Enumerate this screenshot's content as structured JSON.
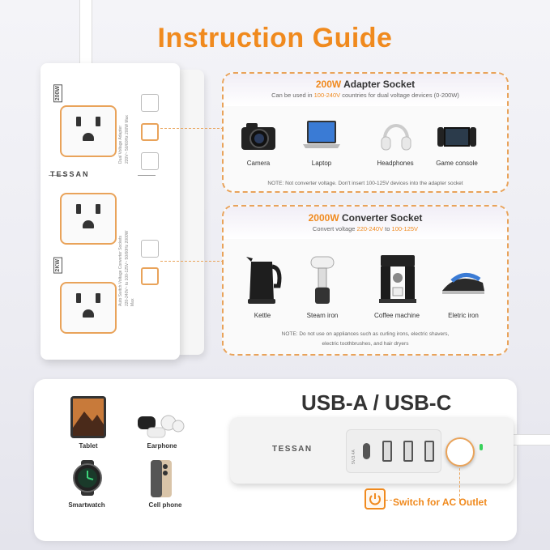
{
  "page_title": "Instruction Guide",
  "strip": {
    "brand": "TESSAN",
    "badge_top": "200W",
    "badge_bottom": "2KW",
    "label_top": "Dual Voltage Adapter",
    "label_top_spec": "220V~ 50/60Hz  200W Max",
    "label_bottom": "Auto Switch Voltage Converter Sockets",
    "label_bottom_spec": "220-240V~ to 100-125V~ 50/60Hz  2000W Max"
  },
  "adapter": {
    "title_power": "200W",
    "title_text": "Adapter Socket",
    "subtitle_pre": "Can be used in",
    "subtitle_range": "100-240V",
    "subtitle_post": "countries for dual voltage devices (0-200W)",
    "items": [
      "Camera",
      "Laptop",
      "Headphones",
      "Game console"
    ],
    "note": "NOTE: Not converter voltage. Don't insert 100-125V devices into the adapter socket"
  },
  "converter": {
    "title_power": "2000W",
    "title_text": "Converter Socket",
    "subtitle_pre": "Convert voltage",
    "subtitle_from": "220-240V",
    "subtitle_mid": "to",
    "subtitle_to": "100-125V",
    "items": [
      "Kettle",
      "Steam iron",
      "Coffee machine",
      "Eletric iron"
    ],
    "note_line1": "NOTE: Do not use on appliances such as curling irons, electric shavers,",
    "note_line2": "electric toothbrushes, and hair dryers"
  },
  "usb": {
    "title": "USB-A / USB-C",
    "devices": [
      "Tablet",
      "Earphone",
      "Smartwatch",
      "Cell phone"
    ],
    "brand": "TESSAN",
    "port_label": "5V/3.4A",
    "switch_label": "Switch for AC Outlet"
  },
  "colors": {
    "accent": "#f08a1e",
    "dash": "#e9a35a",
    "led": "#37d15a"
  }
}
